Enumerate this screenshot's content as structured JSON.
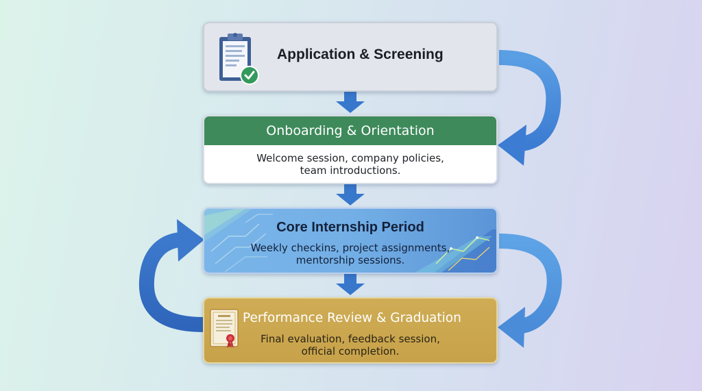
{
  "stages": [
    {
      "title": "Application & Screening",
      "description": "",
      "icon": "clipboard-check-icon",
      "color": "#e2e5ec"
    },
    {
      "title": "Onboarding & Orientation",
      "description_line1": "Welcome session, company policies,",
      "description_line2": "team introductions.",
      "color": "#3e8a5b"
    },
    {
      "title": "Core Internship Period",
      "description_line1": "Weekly checkins, project assignments,",
      "description_line2": "mentorship sessions.",
      "color": "#73afe6"
    },
    {
      "title": "Performance Review & Graduation",
      "description_line1": "Final evaluation, feedback session,",
      "description_line2": "official completion.",
      "icon": "certificate-icon",
      "color": "#c7a24a"
    }
  ],
  "arrow_color": "#3f7fd0"
}
